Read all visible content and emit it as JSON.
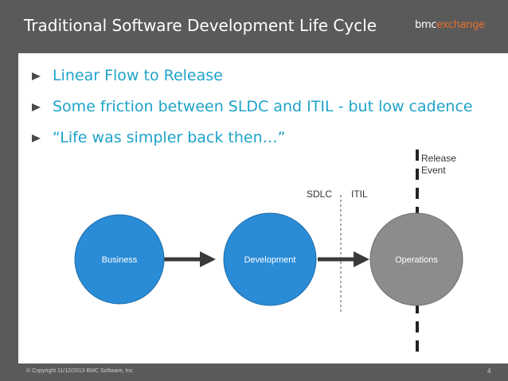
{
  "header": {
    "title": "Traditional Software Development Life Cycle",
    "logo": {
      "bmc": "bmc",
      "exchange": "exchange"
    }
  },
  "bullets": [
    {
      "text": "Linear Flow to Release"
    },
    {
      "text": "Some friction between SLDC and ITIL - but low cadence"
    },
    {
      "text": "“Life was simpler back then…”"
    }
  ],
  "diagram": {
    "nodes": [
      {
        "label": "Business",
        "color": "#2a8bd6"
      },
      {
        "label": "Development",
        "color": "#2a8bd6"
      },
      {
        "label": "Operations",
        "color": "#8c8c8c"
      }
    ],
    "sdlc_label": "SDLC",
    "itil_label": "ITIL",
    "release_label_line1": "Release",
    "release_label_line2": "Event"
  },
  "footer": {
    "copyright": "© Copyright 11/12/2013 BMC Software, Inc",
    "page_number": "4"
  }
}
